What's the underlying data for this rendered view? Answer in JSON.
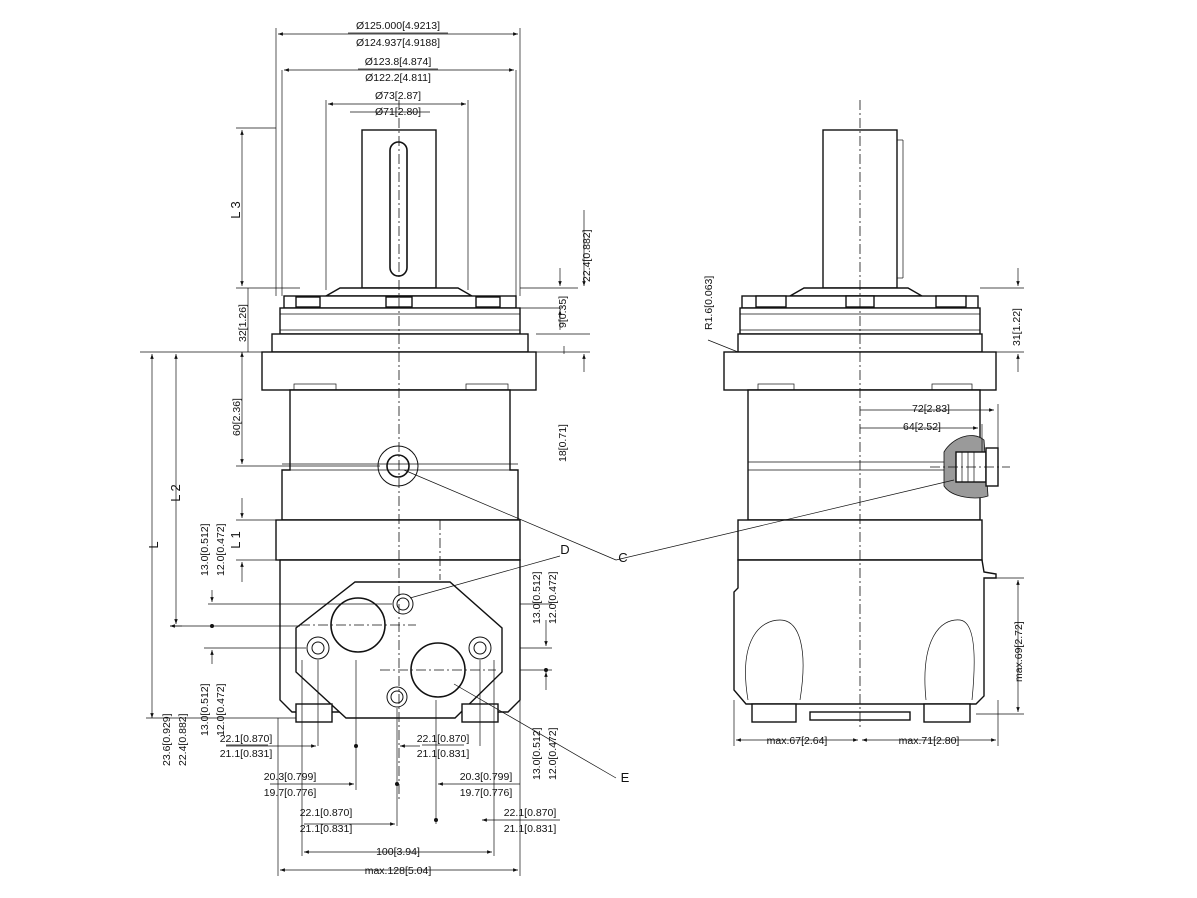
{
  "dimensions": {
    "d_125": "Ø125.000[4.9213]",
    "d_124": "Ø124.937[4.9188]",
    "d_123": "Ø123.8[4.874]",
    "d_122": "Ø122.2[4.811]",
    "d_73": "Ø73[2.87]",
    "d_71": "Ø71[2.80]",
    "v_22_4": "22.4[0.882]",
    "v_9": "9[0.35]",
    "v_18": "18[0.71]",
    "v_32": "32[1.26]",
    "v_60": "60[2.36]",
    "L3": "L 3",
    "L2": "L 2",
    "L1": "L 1",
    "L": "L",
    "v13_a": "13.0[0.512]",
    "v12_a": "12.0[0.472]",
    "v13_b": "13.0[0.512]",
    "v12_b": "12.0[0.472]",
    "v13_c": "13.0[0.512]",
    "v12_c": "12.0[0.472]",
    "v13_d": "13.0[0.512]",
    "v12_d": "12.0[0.472]",
    "v23_6": "23.6[0.929]",
    "v22_4b": "22.4[0.882]",
    "h22_1_a": "22.1[0.870]",
    "h21_1_a": "21.1[0.831]",
    "h22_1_b": "22.1[0.870]",
    "h21_1_b": "21.1[0.831]",
    "h20_3_a": "20.3[0.799]",
    "h19_7_a": "19.7[0.776]",
    "h20_3_b": "20.3[0.799]",
    "h19_7_b": "19.7[0.776]",
    "h22_1_c": "22.1[0.870]",
    "h21_1_c": "21.1[0.831]",
    "h22_1_d": "22.1[0.870]",
    "h21_1_d": "21.1[0.831]",
    "h100": "100[3.94]",
    "hmax128": "max.128[5.04]",
    "r1_6": "R1.6[0.063]",
    "v31": "31[1.22]",
    "h72": "72[2.83]",
    "h64": "64[2.52]",
    "vmax69": "max.69[2.72]",
    "hmax67": "max.67[2.64]",
    "hmax71": "max.71[2.80]"
  },
  "callouts": {
    "C": "C",
    "D": "D",
    "E": "E"
  }
}
